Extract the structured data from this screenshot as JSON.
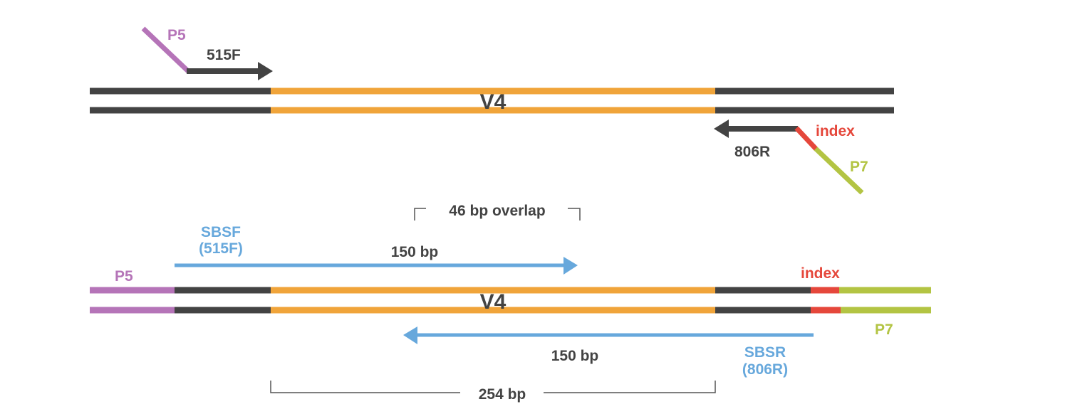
{
  "colors": {
    "dark": "#434343",
    "orange": "#f0a43a",
    "purple": "#b574b8",
    "red": "#e5473b",
    "green": "#b3c443",
    "blue": "#67a8dc",
    "bracket": "#555555"
  },
  "top": {
    "p5_label": "P5",
    "forward_primer_label": "515F",
    "region_label": "V4",
    "index_label": "index",
    "reverse_primer_label": "806R",
    "p7_label": "P7"
  },
  "bottom": {
    "overlap_label": "46 bp overlap",
    "sbsf_label_line1": "SBSF",
    "sbsf_label_line2": "(515F)",
    "read1_length_label": "150 bp",
    "p5_label": "P5",
    "index_label": "index",
    "region_label": "V4",
    "p7_label": "P7",
    "read2_length_label": "150 bp",
    "sbsr_label_line1": "SBSR",
    "sbsr_label_line2": "(806R)",
    "amplicon_length_label": "254 bp"
  }
}
